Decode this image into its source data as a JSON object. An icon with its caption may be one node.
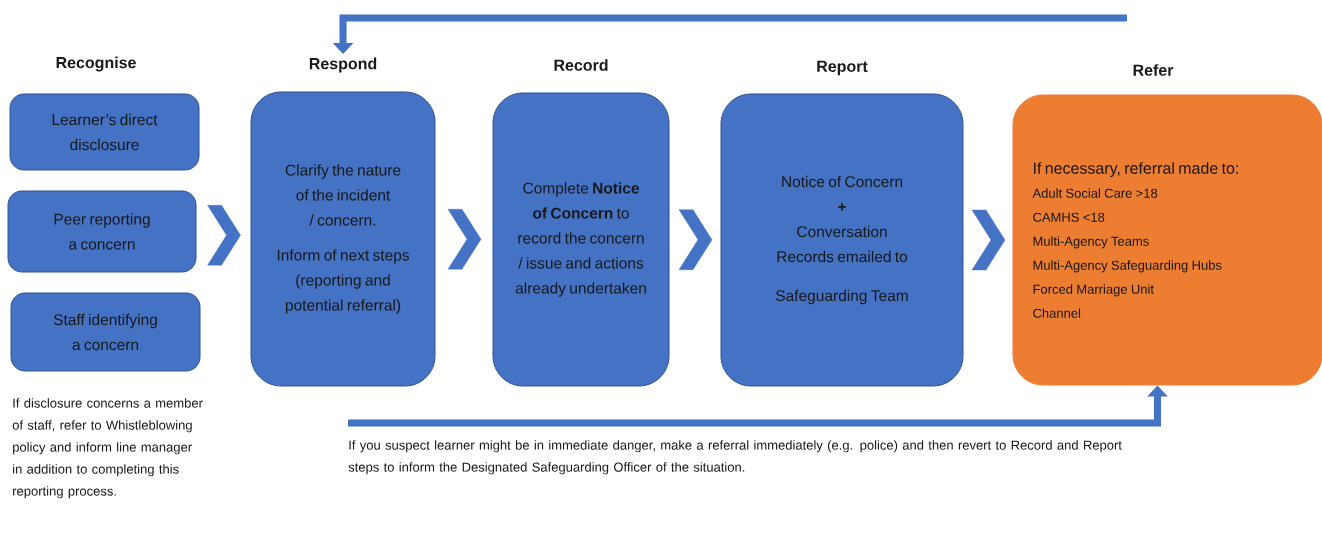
{
  "diagram": {
    "nodes": [
      {
        "text": [
          "Learner’s direct disclosure"
        ]
      },
      {
        "text": [
          "Peer reporting a concern"
        ]
      },
      {
        "text": [
          "Staff identifying a concern"
        ]
      },
      {
        "text": [
          "Respond",
          "Clarify the nature of the incident / concern.",
          "Inform of next steps (reporting and potential referral)"
        ]
      },
      {
        "text": [
          "Record",
          "Complete **Notice of Concern** to record the concern / issue and actions already undertaken"
        ]
      },
      {
        "text": [
          "Report",
          "Notice of Concern",
          "+",
          "Conversation Records emailed to",
          "Safeguarding Team"
        ]
      },
      {
        "text": [
          "Refer",
          "If necessary, referral made to:",
          "Adult Social Care >18",
          "CAMHS <18",
          "Multi-Agency Teams",
          "Multi-Agency Safeguarding Hubs",
          "Forced Marriage Unit",
          "Channel"
        ]
      }
    ],
    "edges": [
      {
        "from": 1,
        "to": 3,
        "arrow": "to"
      },
      {
        "from": 3,
        "to": 4,
        "arrow": "to"
      },
      {
        "from": 4,
        "to": 5,
        "arrow": "to"
      },
      {
        "from": 5,
        "to": 6,
        "arrow": "to"
      },
      {
        "from": null,
        "to": 3,
        "arrow": "to"
      },
      {
        "from": null,
        "to": 6,
        "arrow": "to"
      }
    ],
    "labels": [
      "Recognise",
      "If disclosure concerns a member of staff, refer to Whistleblowing policy and inform line manager in addition to completing this reporting process.",
      "If you suspect learner might be in immediate danger, make a referral immediately (e.g. police) and then revert to Record and Report steps to inform the Designated Safeguarding Officer of the situation."
    ]
  }
}
